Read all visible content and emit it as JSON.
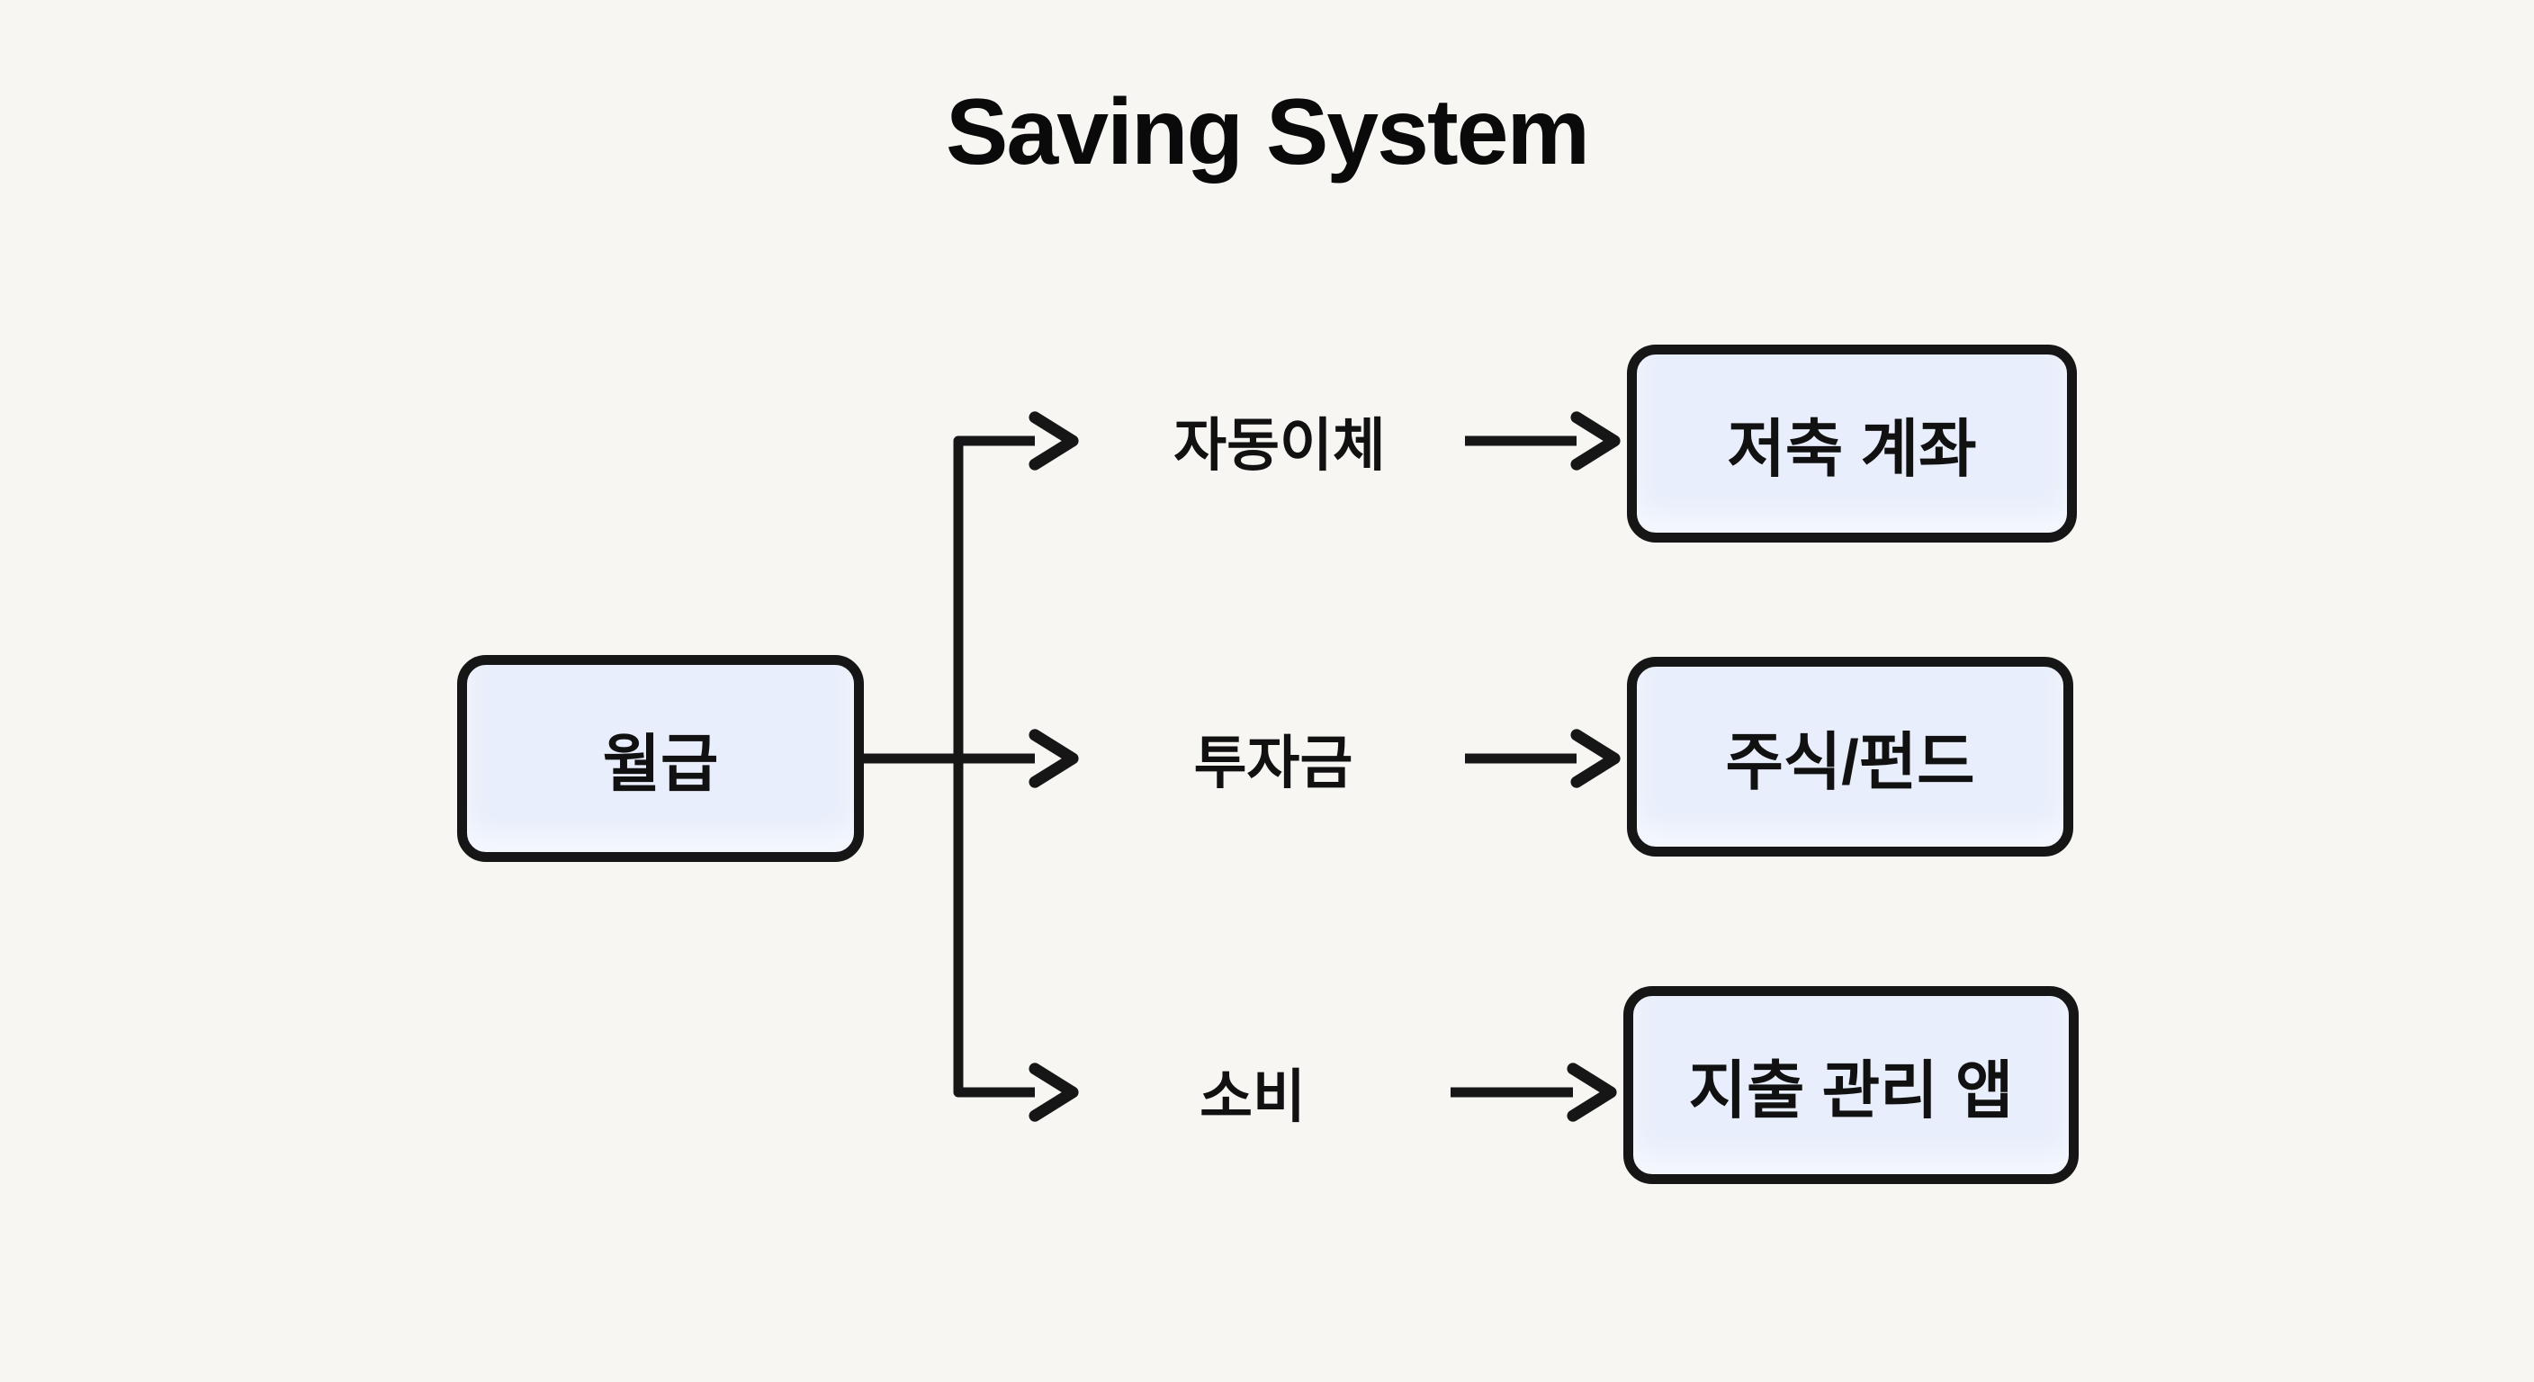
{
  "title": "Saving System",
  "colors": {
    "background": "#f7f6f2",
    "node_fill": "#e8eefb",
    "node_border": "#161616",
    "line": "#161616",
    "text": "#111111"
  },
  "source_node": {
    "label": "월급"
  },
  "branches": [
    {
      "label": "자동이체",
      "target": "저축 계좌"
    },
    {
      "label": "투자금",
      "target": "주식/펀드"
    },
    {
      "label": "소비",
      "target": "지출 관리 앱"
    }
  ]
}
